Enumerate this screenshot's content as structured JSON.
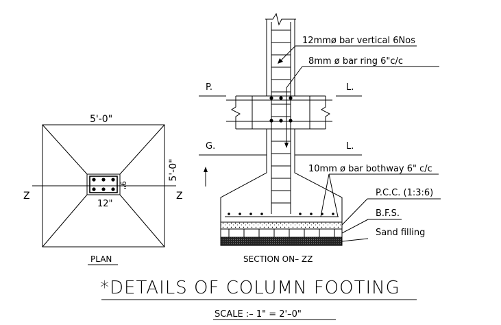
{
  "plan": {
    "top_dim": "5'-0\"",
    "side_dim": "5'-0\"",
    "col_width": "12\"",
    "col_depth": "9\"",
    "section_left": "Z",
    "section_right": "Z",
    "caption": "PLAN"
  },
  "section": {
    "bar_vertical": "12mmø bar vertical 6Nos",
    "bar_ring": "8mm ø bar ring 6\"c/c",
    "plinth_left": "P.",
    "plinth_right": "L.",
    "ground_left": "G.",
    "ground_right": "L.",
    "bar_bothway": "10mm ø bar bothway 6\" c/c",
    "pcc": "P.C.C. (1:3:6)",
    "bfs": "B.F.S.",
    "sand": "Sand filling",
    "caption": "SECTION ON– ZZ"
  },
  "title": "*DETAILS OF COLUMN FOOTING",
  "scale": "SCALE :–   1\" = 2'–0\""
}
